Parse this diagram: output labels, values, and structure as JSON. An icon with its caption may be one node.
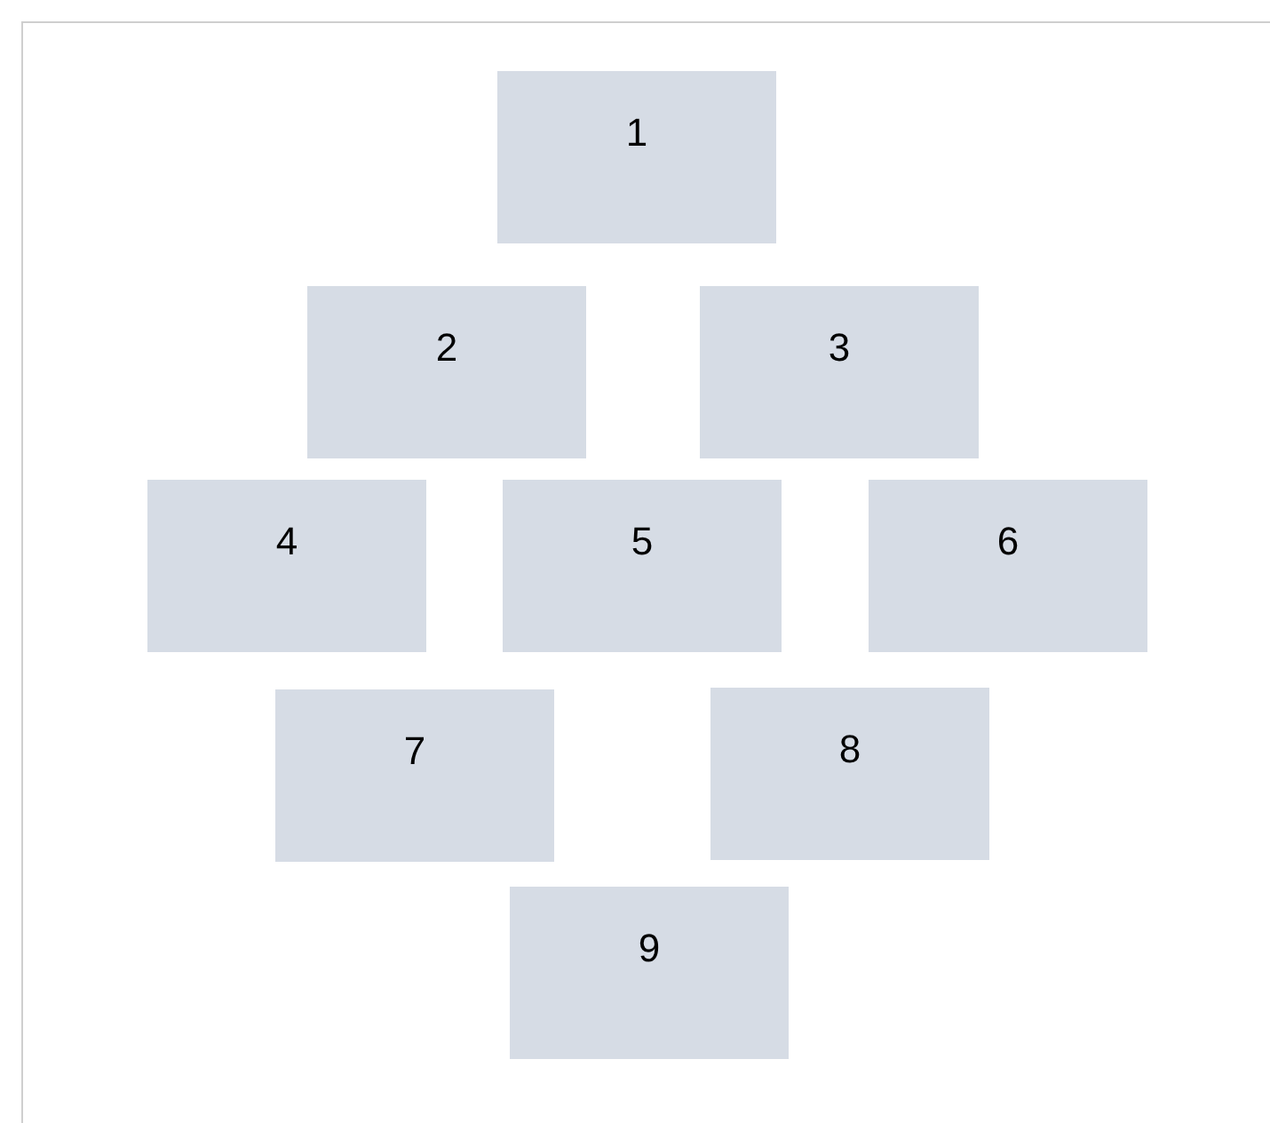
{
  "diagram": {
    "nodes": [
      {
        "text": [
          "1"
        ]
      },
      {
        "text": [
          "2"
        ]
      },
      {
        "text": [
          "3"
        ]
      },
      {
        "text": [
          "4"
        ]
      },
      {
        "text": [
          "5"
        ]
      },
      {
        "text": [
          "6"
        ]
      },
      {
        "text": [
          "7"
        ]
      },
      {
        "text": [
          "8"
        ]
      },
      {
        "text": [
          "9"
        ]
      }
    ]
  }
}
